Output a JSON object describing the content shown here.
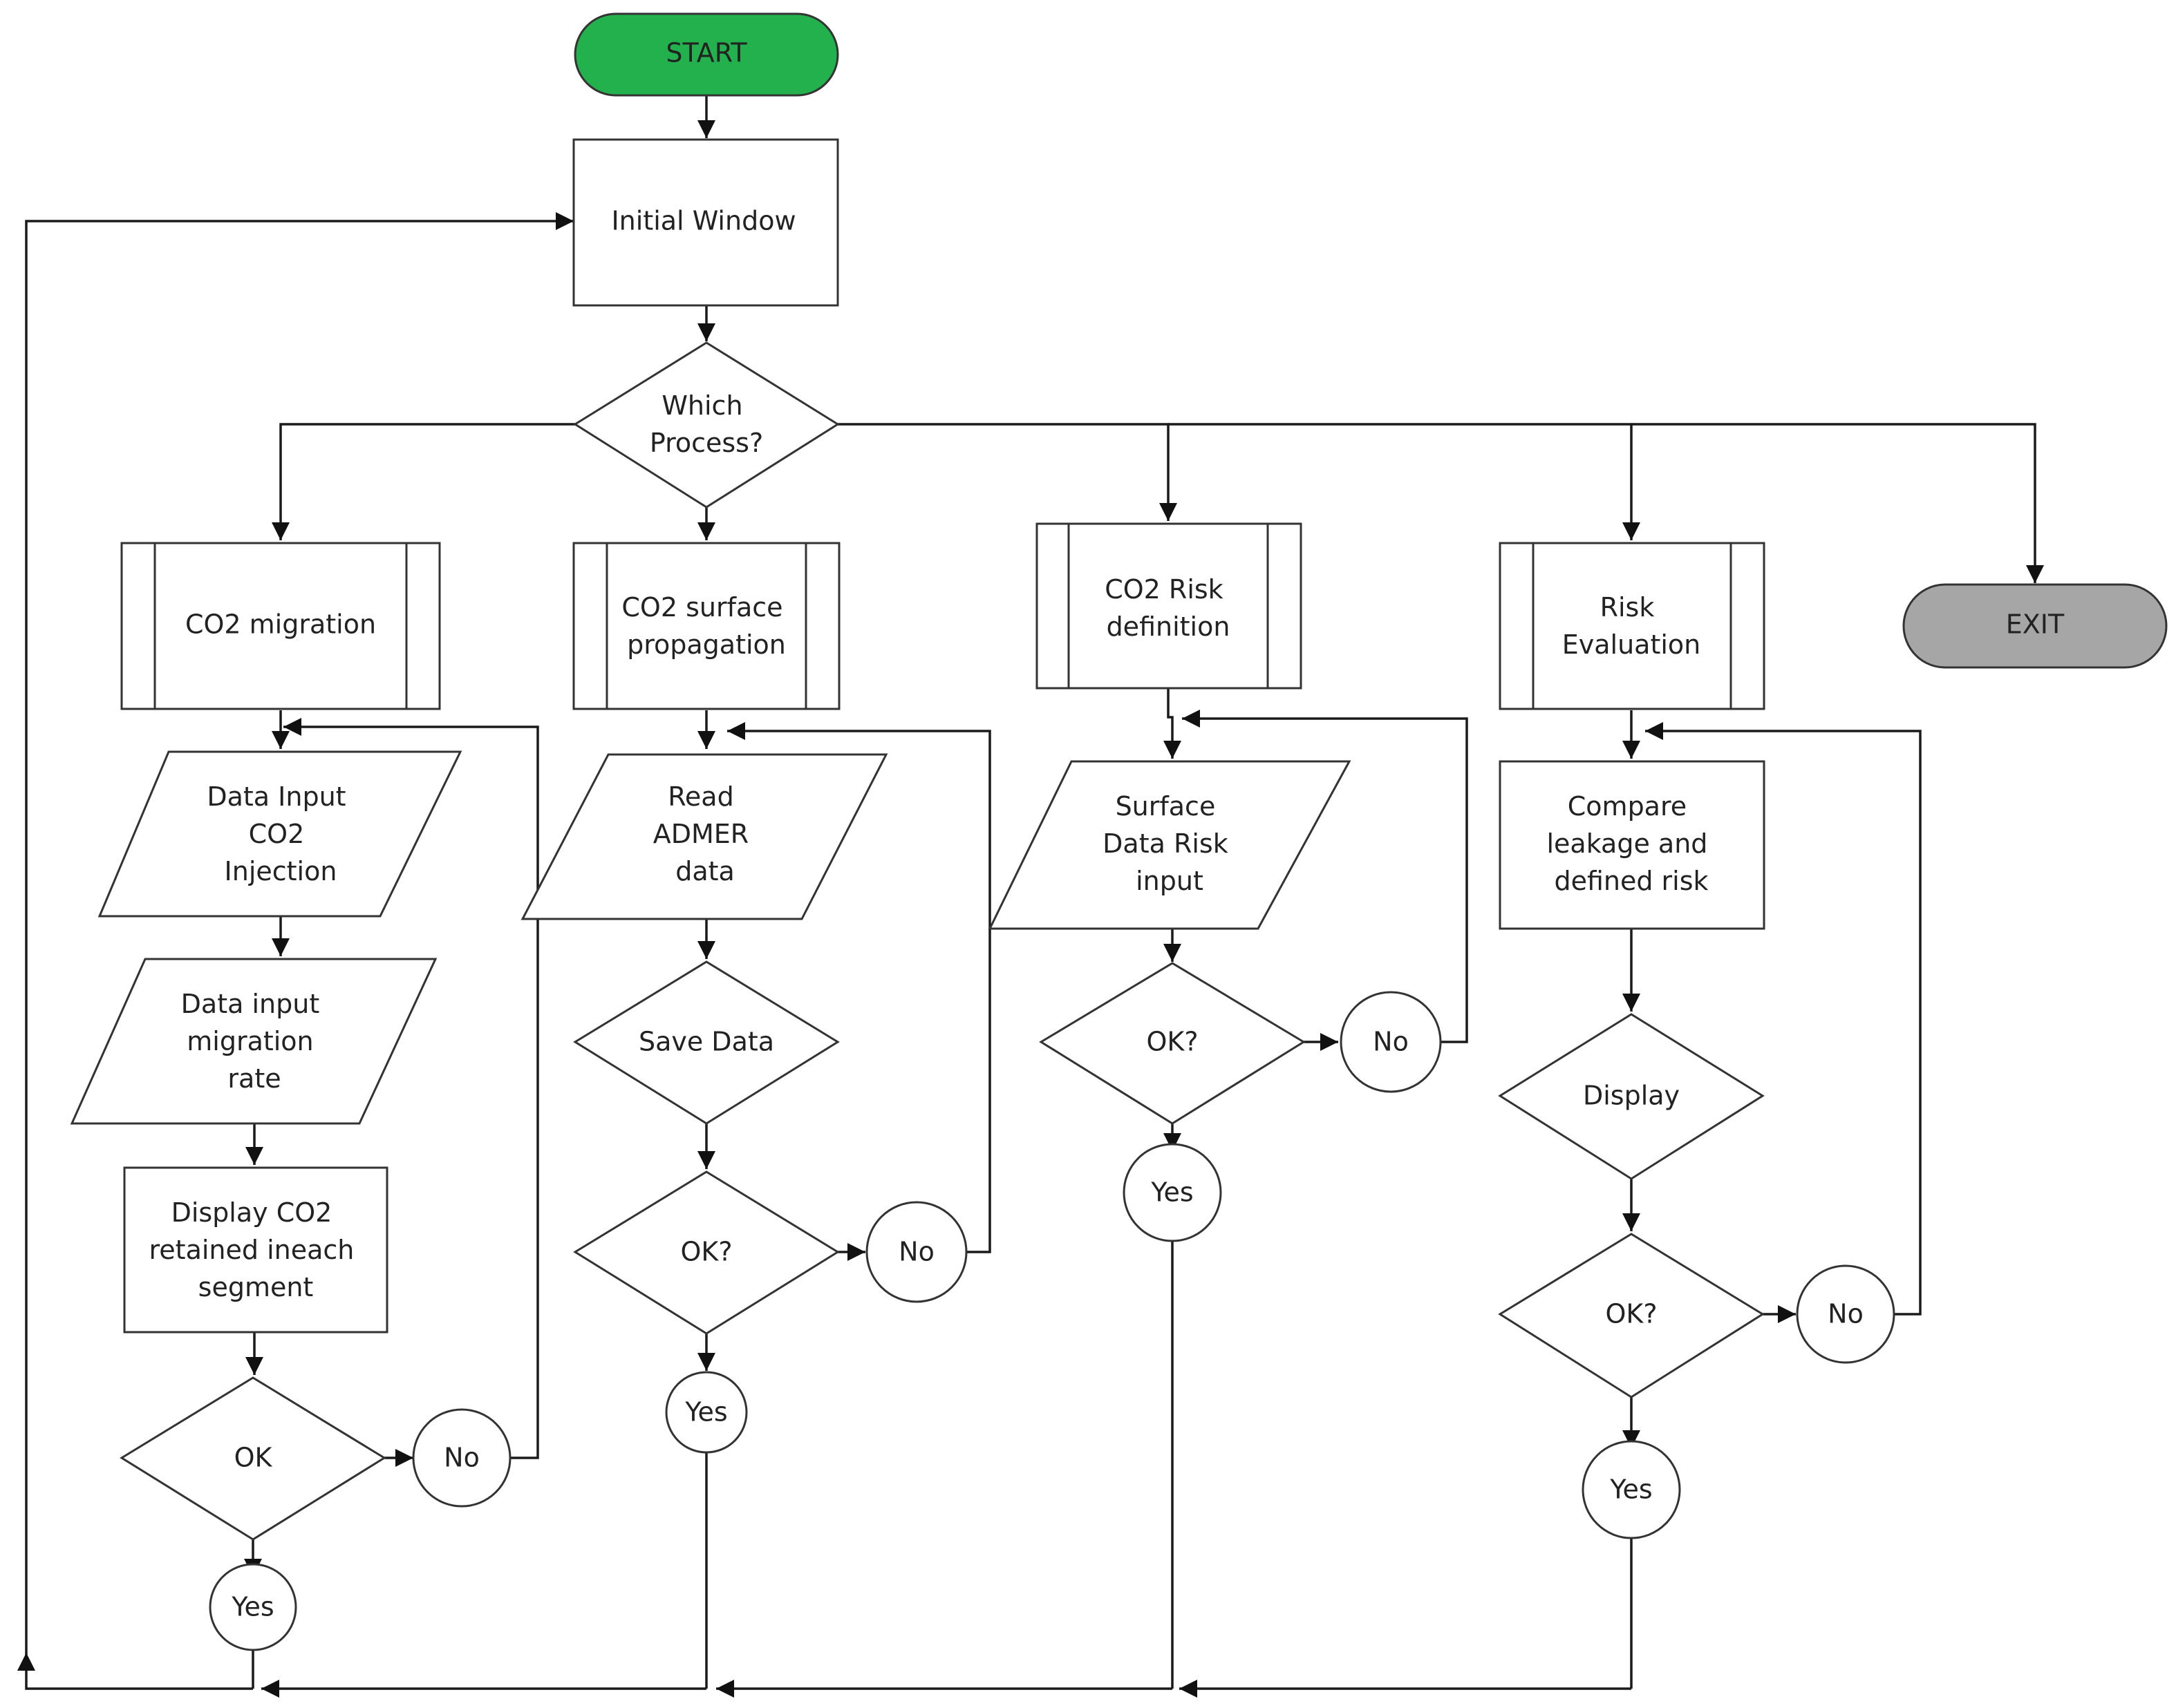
{
  "start_fill": "#22b14c",
  "exit_fill": "#a6a6a6",
  "nodes": {
    "start": "START",
    "initial_window": "Initial Window",
    "which_process": [
      "Which",
      "Process?"
    ],
    "co2_migration": "CO2 migration",
    "co2_surface": [
      "CO2 surface",
      "propagation"
    ],
    "co2_risk": [
      "CO2 Risk",
      "definition"
    ],
    "risk_eval": [
      "Risk",
      "Evaluation"
    ],
    "exit": "EXIT",
    "data_input_inj": [
      "Data Input",
      "CO2",
      "Injection"
    ],
    "data_input_rate": [
      "Data input",
      "migration",
      "rate"
    ],
    "display_co2": [
      "Display CO2",
      "retained ineach",
      "segment"
    ],
    "read_admer": [
      "Read",
      "ADMER",
      "data"
    ],
    "save_data": "Save Data",
    "surface_data": [
      "Surface",
      "Data Risk",
      "input"
    ],
    "compare": [
      "Compare",
      "leakage and",
      "defined risk"
    ],
    "display": "Display",
    "ok_plain": "OK",
    "ok_q": "OK?",
    "yes": "Yes",
    "no": "No"
  }
}
